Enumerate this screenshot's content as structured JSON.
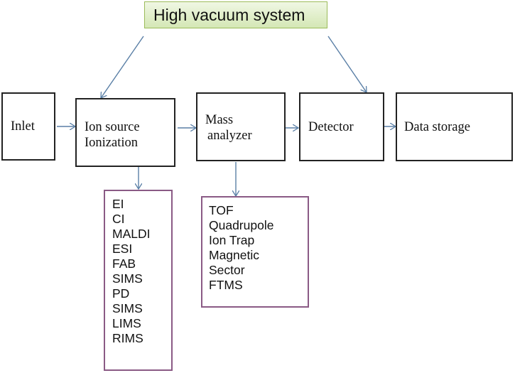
{
  "title": "High vacuum system",
  "stages": [
    {
      "id": "inlet",
      "lines": [
        "Inlet"
      ]
    },
    {
      "id": "ion-source",
      "lines": [
        "Ion source",
        "Ionization"
      ]
    },
    {
      "id": "mass-analyzer",
      "lines": [
        "Mass",
        "analyzer"
      ]
    },
    {
      "id": "detector",
      "lines": [
        "Detector"
      ]
    },
    {
      "id": "data-storage",
      "lines": [
        "Data storage"
      ]
    }
  ],
  "ionization_methods": [
    "EI",
    "CI",
    "MALDI",
    "ESI",
    "FAB",
    "SIMS",
    "PD",
    "SIMS",
    "LIMS",
    "RIMS"
  ],
  "analyzer_types": [
    "TOF",
    "Quadrupole",
    "Ion Trap",
    "Magnetic",
    "Sector",
    "FTMS"
  ],
  "colors": {
    "arrow": "#5a7fa6",
    "box_border": "#222222",
    "list_border": "#8a5a85",
    "title_fill": "#d4e7b5",
    "title_border": "#9bbb59"
  }
}
